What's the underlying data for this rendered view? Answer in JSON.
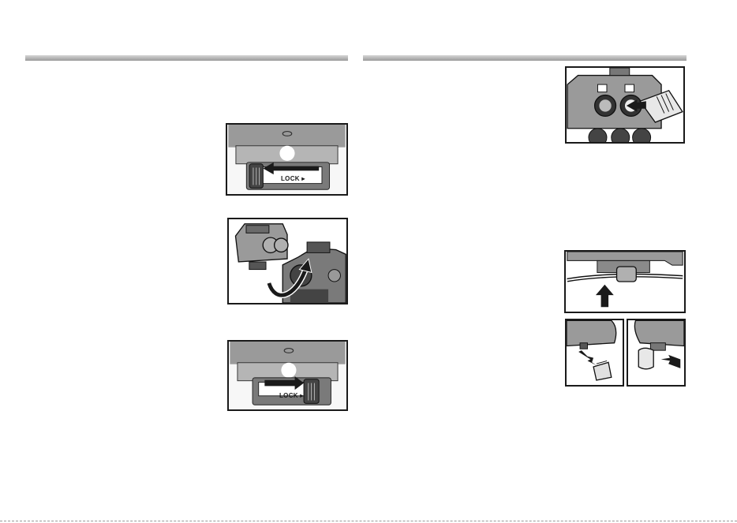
{
  "figures": {
    "unlock": {
      "lock_label": "LOCK ▸",
      "slide_direction": "left"
    },
    "lock": {
      "lock_label": "LOCK ▸",
      "slide_direction": "right"
    }
  }
}
